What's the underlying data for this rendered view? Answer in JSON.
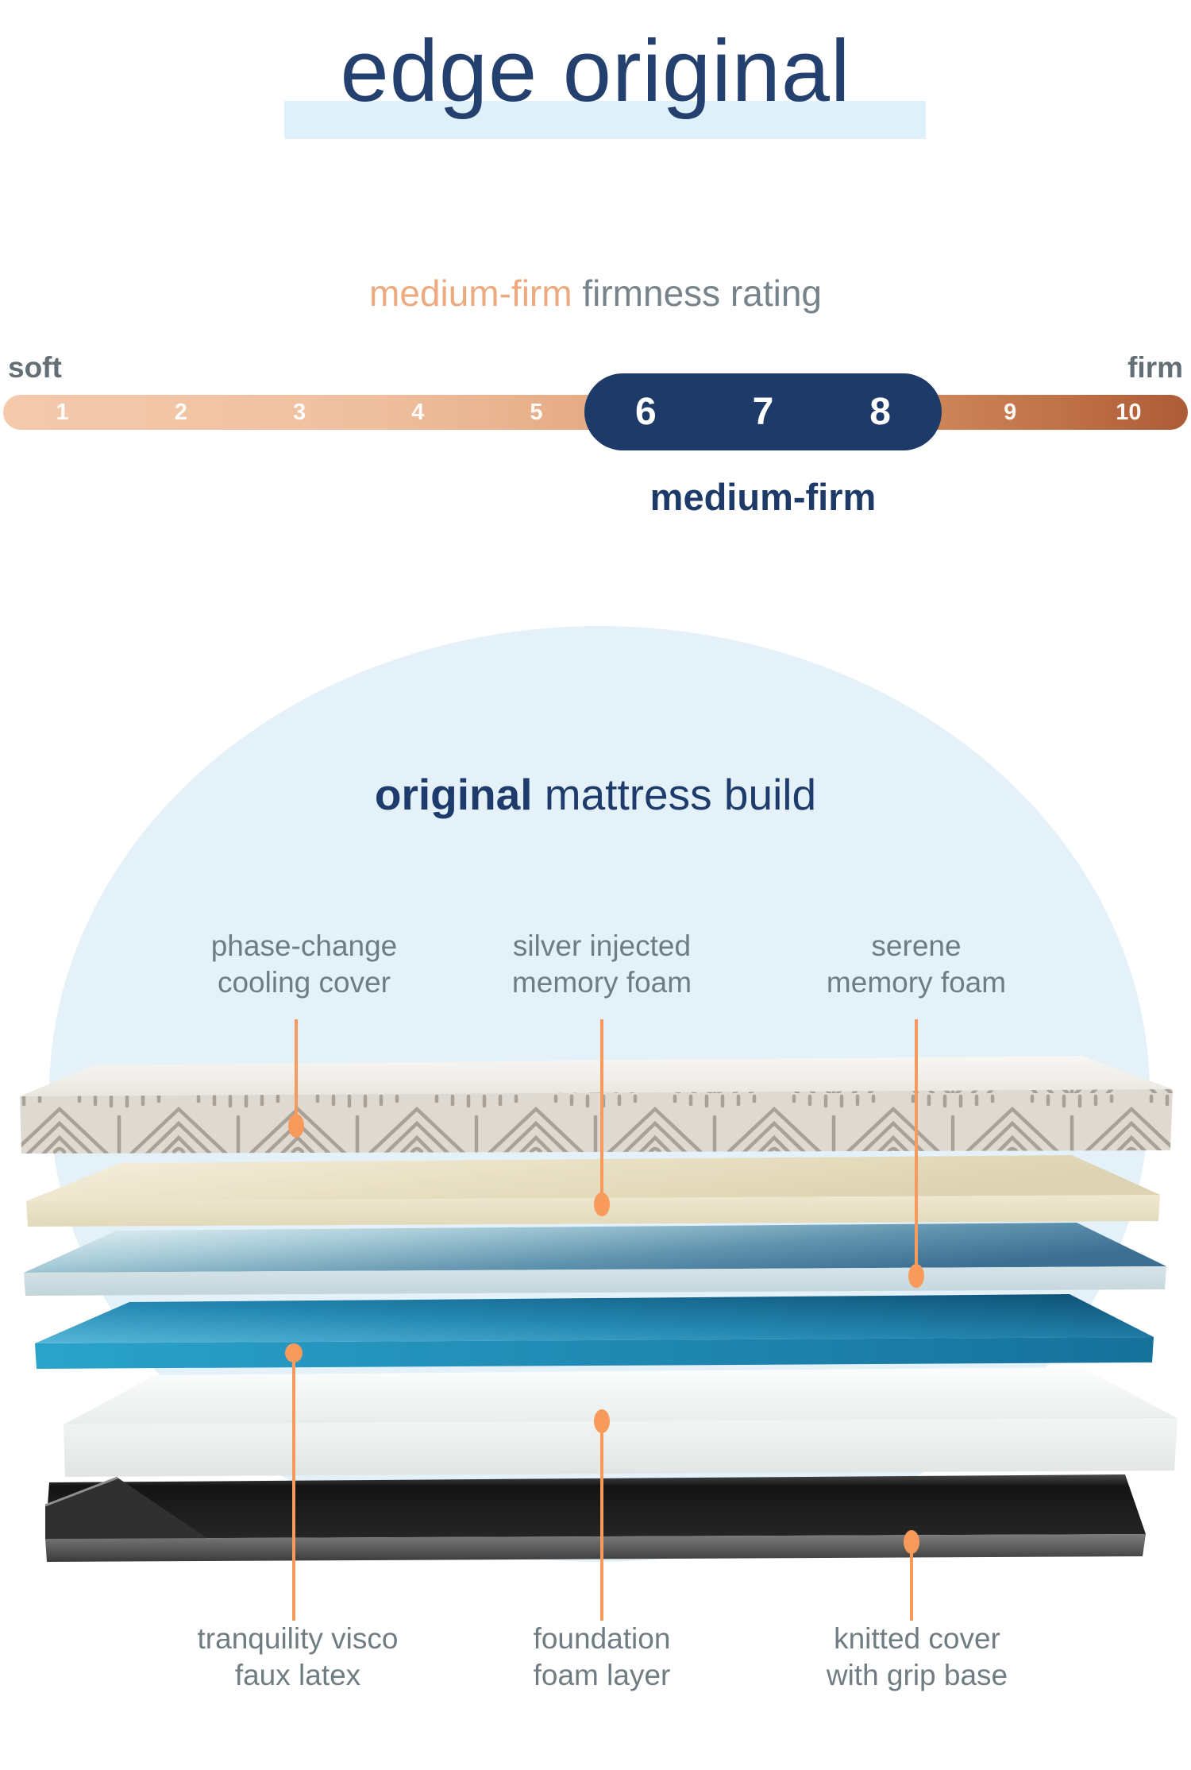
{
  "title": {
    "text": "edge original"
  },
  "firmness_heading": {
    "highlight": "medium-firm",
    "rest": " firmness rating"
  },
  "scale": {
    "left_label": "soft",
    "right_label": "firm",
    "numbers": [
      "1",
      "2",
      "3",
      "4",
      "5",
      "6",
      "7",
      "8",
      "9",
      "10"
    ],
    "selected_numbers": [
      "6",
      "7",
      "8"
    ],
    "selected_range_label": "medium-firm"
  },
  "build": {
    "title_bold": "original",
    "title_rest": " mattress build"
  },
  "top_labels": [
    {
      "line1": "phase-change",
      "line2": "cooling cover"
    },
    {
      "line1": "silver injected",
      "line2": "memory foam"
    },
    {
      "line1": "serene",
      "line2": "memory foam"
    }
  ],
  "bottom_labels": [
    {
      "line1": "tranquility visco",
      "line2": "faux latex"
    },
    {
      "line1": "foundation",
      "line2": "foam layer"
    },
    {
      "line1": "knitted cover",
      "line2": "with grip base"
    }
  ],
  "colors": {
    "navy": "#1d3a68",
    "title_navy": "#24406e",
    "heading_orange": "#ecaa7e",
    "accent_orange": "#f89a5b",
    "gray_text": "#6f7d83",
    "title_highlight_blue": "#def0f9",
    "circle_blue": "#e4f1f9",
    "bar_gradient_start": "#f4c9ac",
    "bar_gradient_end": "#ac5c36",
    "layer_cover_side": "#dedad2",
    "layer_silver_foam": "#ebe3c9",
    "layer_serene_foam": "#5f93ae",
    "layer_visco_latex": "#1e84ae",
    "layer_foundation": "#eef1f0",
    "layer_grip_base": "#2d2d2d"
  }
}
